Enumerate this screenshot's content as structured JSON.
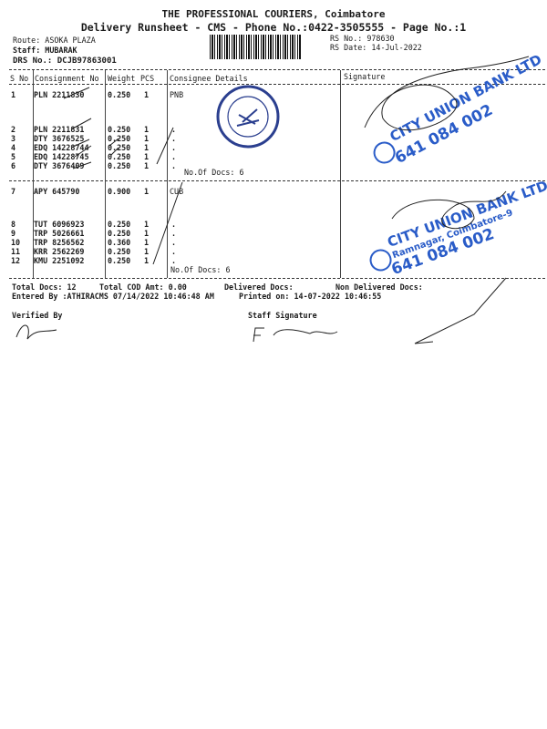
{
  "header": {
    "company": "THE PROFESSIONAL COURIERS, Coimbatore",
    "subtitle": "Delivery Runsheet - CMS - Phone No.:0422-3505555 - Page No.:1",
    "route": "Route: ASOKA PLAZA",
    "staff": "Staff: MUBARAK",
    "drs": "DRS No.: DCJB97863001",
    "rs_no": "RS No.: 978630",
    "rs_date": "RS Date: 14-Jul-2022"
  },
  "table": {
    "columns": [
      "S No",
      "Consignment No",
      "Weight",
      "PCS",
      "Consignee Details",
      "Signature"
    ],
    "groups": [
      {
        "consignee": "PNB",
        "docs": "No.Of Docs: 6",
        "rows": [
          {
            "sno": "1",
            "cn": "PLN 2211830",
            "wt": "0.250",
            "pcs": "1",
            "cd": ""
          },
          {
            "sno": "2",
            "cn": "PLN 2211831",
            "wt": "0.250",
            "pcs": "1",
            "cd": "."
          },
          {
            "sno": "3",
            "cn": "DTY 3676525",
            "wt": "0.250",
            "pcs": "1",
            "cd": "."
          },
          {
            "sno": "4",
            "cn": "EDQ 14228744",
            "wt": "0.250",
            "pcs": "1",
            "cd": "."
          },
          {
            "sno": "5",
            "cn": "EDQ 14228745",
            "wt": "0.250",
            "pcs": "1",
            "cd": "."
          },
          {
            "sno": "6",
            "cn": "DTY 3676409",
            "wt": "0.250",
            "pcs": "1",
            "cd": "."
          }
        ]
      },
      {
        "consignee": "CUB",
        "docs": "No.Of Docs: 6",
        "rows": [
          {
            "sno": "7",
            "cn": "APY 645790",
            "wt": "0.900",
            "pcs": "1",
            "cd": ""
          },
          {
            "sno": "8",
            "cn": "TUT 6096923",
            "wt": "0.250",
            "pcs": "1",
            "cd": "."
          },
          {
            "sno": "9",
            "cn": "TRP 5026661",
            "wt": "0.250",
            "pcs": "1",
            "cd": "."
          },
          {
            "sno": "10",
            "cn": "TRP 8256562",
            "wt": "0.360",
            "pcs": "1",
            "cd": "."
          },
          {
            "sno": "11",
            "cn": "KRR 2562269",
            "wt": "0.250",
            "pcs": "1",
            "cd": "."
          },
          {
            "sno": "12",
            "cn": "KMU 2251092",
            "wt": "0.250",
            "pcs": "1",
            "cd": "."
          }
        ]
      }
    ]
  },
  "footer": {
    "total_docs": "Total Docs:  12",
    "total_cod": "Total COD Amt:    0.00",
    "delivered": "Delivered Docs:",
    "non_delivered": "Non Delivered Docs:",
    "entered_by": "Entered By :ATHIRACMS 07/14/2022 10:46:48 AM",
    "printed_on": "Printed on: 14-07-2022 10:46:55",
    "verified_by": "Verified By",
    "staff_signature": "Staff Signature"
  },
  "stamps": {
    "bank1_name": "CITY UNION BANK LTD",
    "bank1_code": "641 084 002",
    "bank2_name": "CITY UNION BANK LTD",
    "bank2_place": "Ramnagar, Coimbatore-9",
    "bank2_code": "641 084 002",
    "pnb": "Punjab National Bank"
  },
  "colors": {
    "stamp_blue": "#2a5cc8",
    "pnb_blue": "#2b3f8f",
    "ink": "#1a1a1a"
  }
}
